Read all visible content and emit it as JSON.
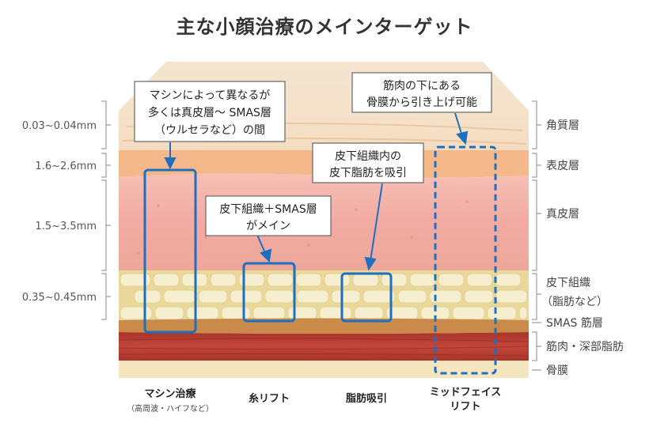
{
  "title": "主な小顔治療のメインターゲット",
  "depths": [
    "0.03~0.04mm",
    "1.6~2.6mm",
    "1.5~3.5mm",
    "0.35~0.45mm"
  ],
  "layers": {
    "kakushitsu": "角質層",
    "hyohi": "表皮層",
    "shinpi": "真皮層",
    "hika_1": "皮下組織",
    "hika_2": "（脂肪など）",
    "smas": "SMAS 筋層",
    "kinniku": "筋肉・深部脂肪",
    "kotsumaku": "骨膜"
  },
  "callouts": {
    "machine_1": "マシンによって異なるが",
    "machine_2": "多くは真皮層〜 SMAS層",
    "machine_3": "（ウルセラなど）の間",
    "thread_1": "皮下組織＋SMAS層",
    "thread_2": "がメイン",
    "lipo_1": "皮下組織内の",
    "lipo_2": "皮下脂肪を吸引",
    "midface_1": "筋肉の下にある",
    "midface_2": "骨膜から引き上げ可能"
  },
  "methods": {
    "machine": "マシン治療",
    "machine_sub": "（高周波・ハイフなど）",
    "thread": "糸リフト",
    "lipo": "脂肪吸引",
    "midface_1": "ミッドフェイス",
    "midface_2": "リフト"
  },
  "colors": {
    "accent": "#1f6fbf",
    "epidermis": "#f4b88a",
    "dermis": "#f0a8a0",
    "fat": "#f2e6b8",
    "smas": "#c98a4a",
    "muscle": "#b53a2e"
  }
}
